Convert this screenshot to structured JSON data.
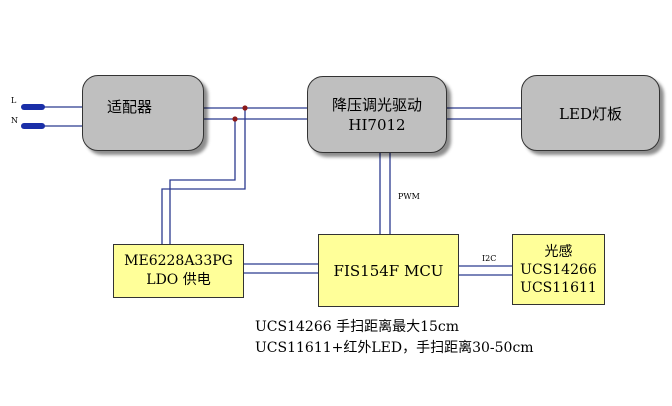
{
  "diagram": {
    "blocks": {
      "adapter": {
        "label": "适配器"
      },
      "driver": {
        "line1": "降压调光驱动",
        "line2": "HI7012"
      },
      "led_board": {
        "label": "LED灯板"
      },
      "ldo": {
        "line1": "ME6228A33PG",
        "line2": "LDO 供电"
      },
      "mcu": {
        "label": "FIS154F MCU"
      },
      "sensor": {
        "line1": "光感",
        "line2": "UCS14266",
        "line3": "UCS11611"
      }
    },
    "connections": {
      "pwm_label": "PWM",
      "i2c_label": "I2C"
    },
    "inputs": {
      "live_label": "L",
      "neutral_label": "N"
    },
    "notes": {
      "line1": "UCS14266 手扫距离最大15cm",
      "line2": "UCS11611+红外LED，手扫距离30-50cm"
    },
    "colors": {
      "wire": "#2b3a8f",
      "node": "#8b1a1a",
      "gray_block": "#bfbfbf",
      "yellow_block": "#ffff99"
    }
  }
}
